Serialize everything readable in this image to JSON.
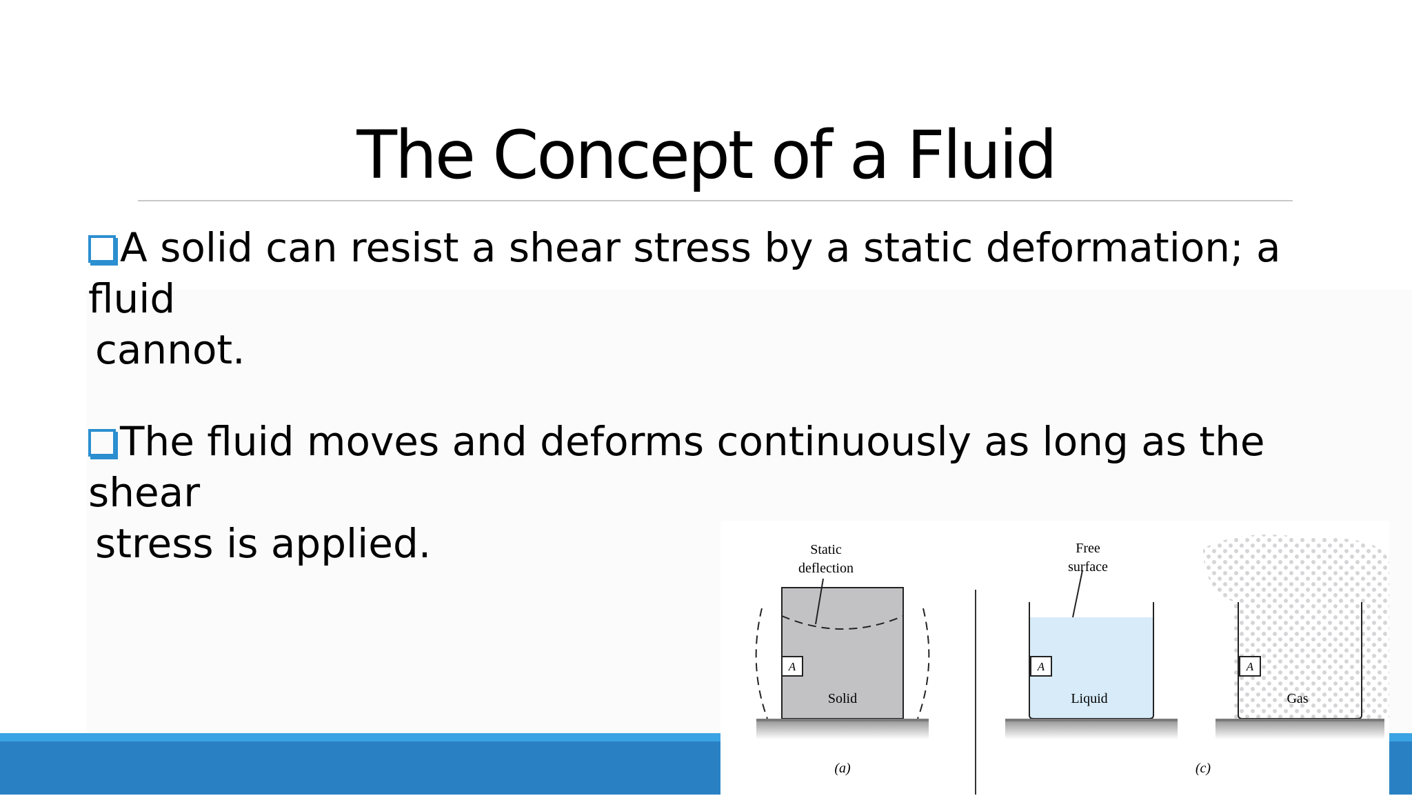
{
  "slide": {
    "title": "The Concept of a Fluid",
    "bullets": [
      {
        "line1": "A solid can resist a shear stress by a static deformation; a fluid",
        "line2": "cannot."
      },
      {
        "line1": "The fluid moves and deforms continuously as long as the shear",
        "line2": "stress is applied."
      }
    ],
    "bullet_icon": "hollow-square-bullet-icon",
    "accent_color": "#2c8fd0",
    "band_colors": [
      "#3aa3e3",
      "#2981c4"
    ]
  },
  "figure": {
    "panel_a": {
      "callout_line1": "Static",
      "callout_line2": "deflection",
      "element_label": "A",
      "material_label": "Solid",
      "caption": "(a)"
    },
    "panel_c_liquid": {
      "callout_line1": "Free",
      "callout_line2": "surface",
      "element_label": "A",
      "material_label": "Liquid"
    },
    "panel_c_gas": {
      "element_label": "A",
      "material_label": "Gas",
      "caption": "(c)"
    },
    "colors": {
      "solid": "#c2c2c4",
      "liquid": "#d7ebf8",
      "gas_dots": "#d5d5d8",
      "ground": "#a9a9a9"
    }
  }
}
